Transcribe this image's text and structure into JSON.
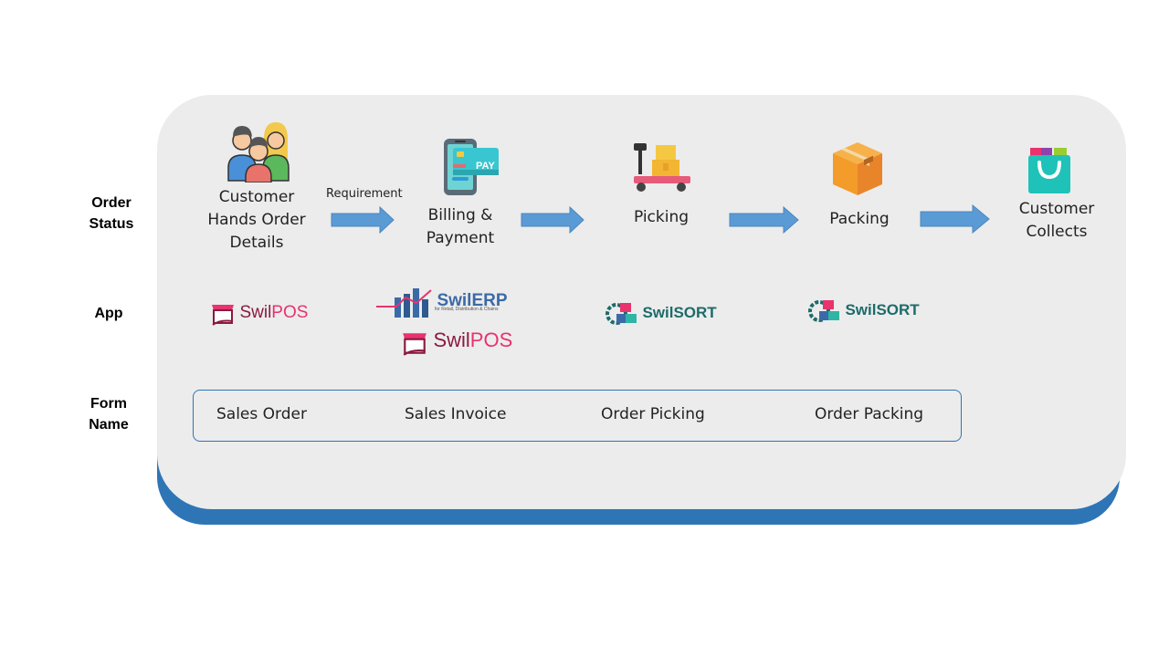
{
  "rows": {
    "order_status": "Order\nStatus",
    "app": "App",
    "form_name": "Form\nName"
  },
  "steps": [
    {
      "label": "Customer\nHands Order\nDetails",
      "icon": "customers-group-icon"
    },
    {
      "label": "Billing &\nPayment",
      "icon": "phone-payment-icon"
    },
    {
      "label": "Picking",
      "icon": "hand-truck-icon"
    },
    {
      "label": "Packing",
      "icon": "package-box-icon"
    },
    {
      "label": "Customer\nCollects",
      "icon": "shopping-bag-icon"
    }
  ],
  "arrow_label": "Requirement",
  "apps": [
    {
      "name": "SwilPOS",
      "brand_a": "Swil",
      "brand_b": "POS"
    },
    {
      "name": "SwilERP",
      "brand_a": "Swil",
      "brand_b": "ERP",
      "tagline": "for Retail, Distribution & Chains"
    },
    {
      "name": "SwilPOS",
      "brand_a": "Swil",
      "brand_b": "POS"
    },
    {
      "name": "SwilSORT",
      "brand_a": "Swil",
      "brand_b": "SORT"
    },
    {
      "name": "SwilSORT",
      "brand_a": "Swil",
      "brand_b": "SORT"
    }
  ],
  "forms": [
    "Sales Order",
    "Sales Invoice",
    "Order Picking",
    "Order Packing"
  ],
  "colors": {
    "card": "#ececec",
    "card_shadow": "#2e75b6",
    "arrow": "#5b9bd5",
    "pos_pink": "#e8336e",
    "erp_blue": "#3b6aa8",
    "sort_teal": "#1d6b6a"
  }
}
